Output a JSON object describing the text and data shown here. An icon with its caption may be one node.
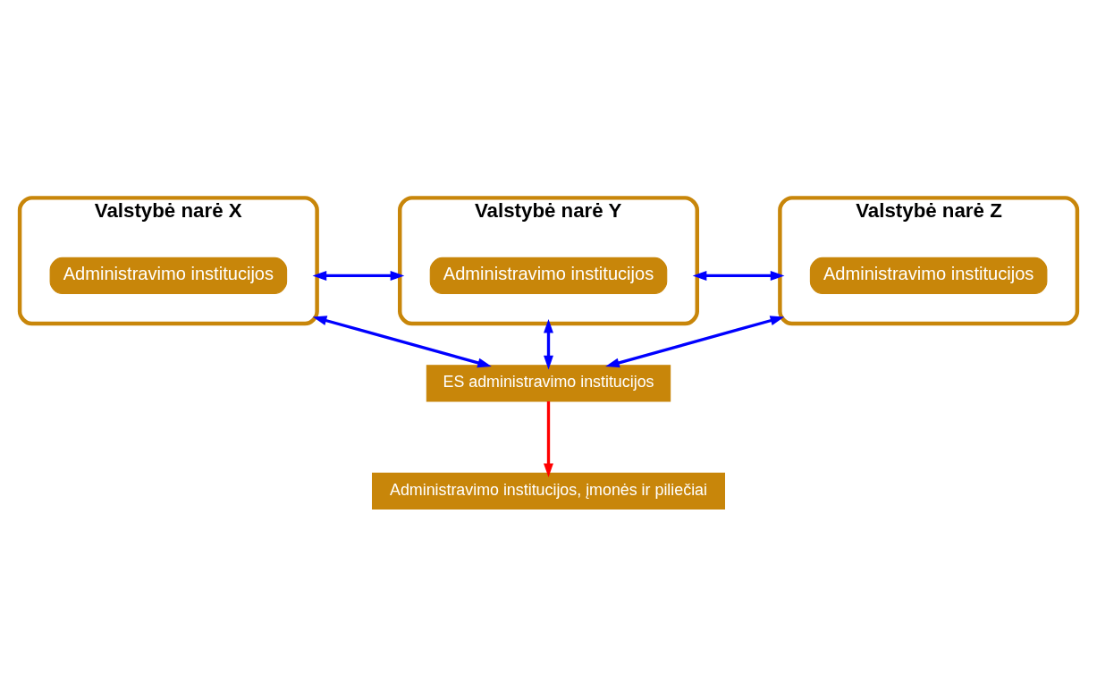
{
  "diagram": {
    "nodes": [
      {
        "text": [
          "Valstybė narė X"
        ]
      },
      {
        "text": [
          "Administravimo institucijos"
        ],
        "in": 0
      },
      {
        "text": [
          "Valstybė narė Y"
        ]
      },
      {
        "text": [
          "Administravimo institucijos"
        ],
        "in": 2
      },
      {
        "text": [
          "Valstybė narė Z"
        ]
      },
      {
        "text": [
          "Administravimo institucijos"
        ],
        "in": 4
      },
      {
        "text": [
          "ES administravimo institucijos"
        ]
      },
      {
        "text": [
          "Administravimo institucijos, įmonės ir piliečiai"
        ]
      }
    ],
    "edges": [
      {
        "from": 0,
        "to": 2,
        "arrow": "both"
      },
      {
        "from": 2,
        "to": 4,
        "arrow": "both"
      },
      {
        "from": 0,
        "to": 6,
        "arrow": "both"
      },
      {
        "from": 2,
        "to": 6,
        "arrow": "both"
      },
      {
        "from": 4,
        "to": 6,
        "arrow": "both"
      },
      {
        "from": 6,
        "to": 7,
        "arrow": "to",
        "color": "#ff0000"
      }
    ]
  }
}
